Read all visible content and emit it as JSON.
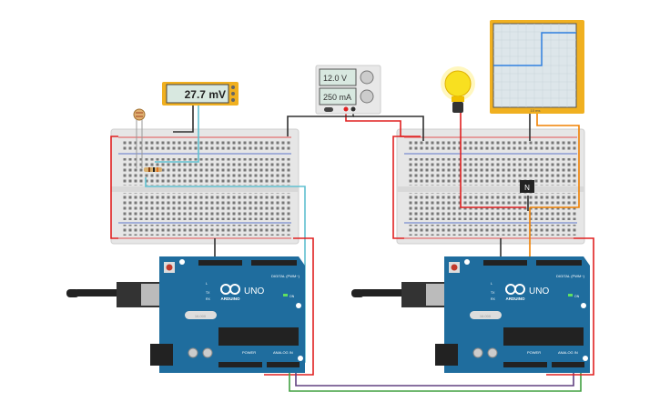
{
  "multimeter": {
    "reading": "27.7 mV"
  },
  "power_supply": {
    "voltage": "12.0 V",
    "current": "250 mA"
  },
  "oscilloscope": {
    "time_label": "10 ms"
  },
  "transistor": {
    "label": "N"
  },
  "arduino": {
    "brand": "ARDUINO",
    "model": "UNO",
    "digital_label": "DIGITAL (PWM~)",
    "power_label": "POWER",
    "analog_label": "ANALOG IN",
    "crystal_label": "16.000",
    "on_label": "ON",
    "l_label": "L",
    "tx_label": "TX",
    "rx_label": "RX"
  },
  "colors": {
    "arduino": "#1f6d9e",
    "breadboard": "#e8e8e8",
    "scope_frame": "#f0b020",
    "wire_red": "#e02020",
    "wire_black": "#303030",
    "wire_cyan": "#60c0d0",
    "wire_orange": "#f08000",
    "wire_green": "#40a040",
    "wire_purple": "#604080"
  }
}
